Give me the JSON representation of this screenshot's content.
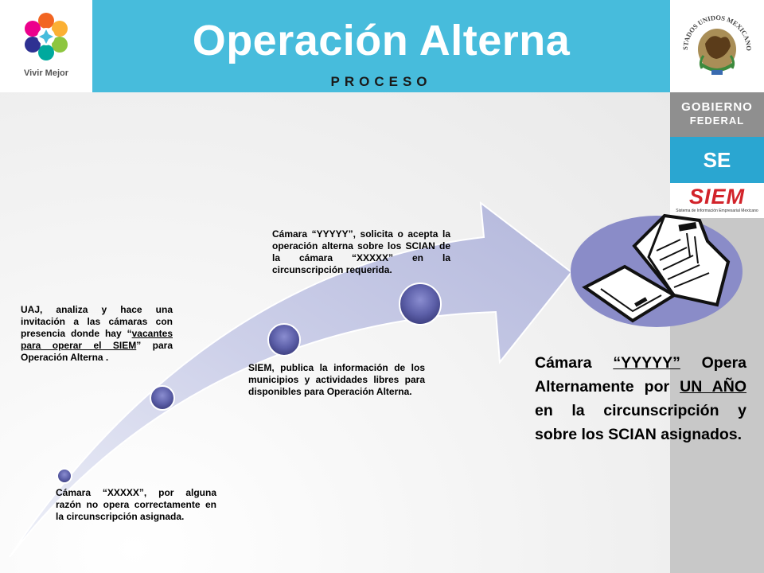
{
  "header": {
    "title": "Operación Alterna",
    "subtitle": "PROCESO",
    "logo_text": "Vivir Mejor"
  },
  "sidebar": {
    "seal_text": "ESTADOS UNIDOS MEXICANOS",
    "gobierno_line1": "GOBIERNO",
    "gobierno_line2": "FEDERAL",
    "se_label": "SE",
    "siem_label": "SIEM",
    "siem_subtitle": "Sistema de Información Empresarial Mexicano"
  },
  "steps": [
    {
      "text": "Cámara “XXXXX”, por alguna razón no opera correctamente en la circunscripción asignada."
    },
    {
      "text_before": "UAJ, analiza y hace una invitación a las cámaras con presencia donde hay “",
      "link1": "vacantes para operar el SIEM",
      "text_after": "” para Operación Alterna ."
    },
    {
      "text": "SIEM, publica la información de los municipios y actividades libres para disponibles para Operación Alterna."
    },
    {
      "text": "Cámara “YYYYY”, solicita o acepta la operación alterna sobre los SCIAN de la cámara “XXXXX” en la circunscripción requerida."
    }
  ],
  "result": {
    "prefix": "Cámara ",
    "camera": "“YYYYY”",
    "mid": " Opera Alternamente por ",
    "period": "UN AÑO",
    "suffix": " en la circunscripción y sobre los SCIAN asignados."
  },
  "colors": {
    "header_band": "#47bcdc",
    "arrow_fill": "#bcbfe0",
    "node_fill": "#5c5fa8",
    "se_band": "#2aa6d1",
    "siem_red": "#d2232a"
  }
}
